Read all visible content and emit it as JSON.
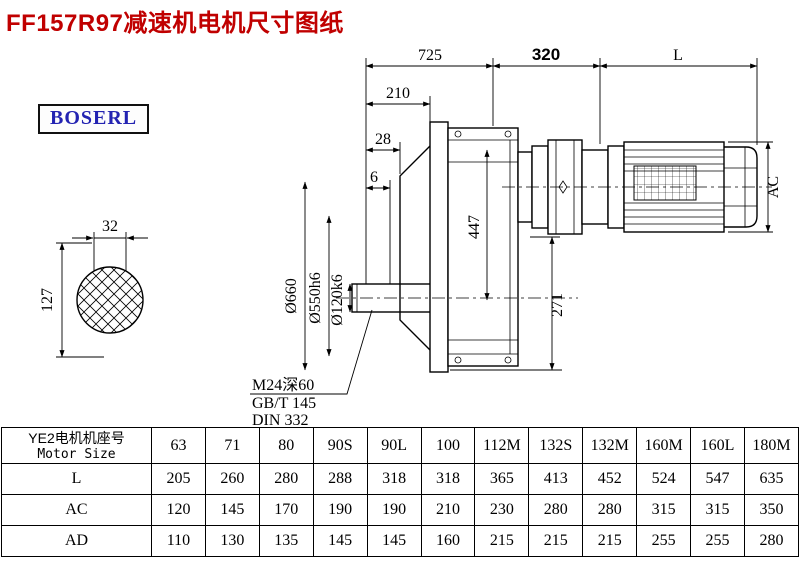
{
  "title": "FF157R97减速机电机尺寸图纸",
  "brand": {
    "logo_text": "BOSERL"
  },
  "colors": {
    "title": "#c00000",
    "logo_blue": "#2323b2",
    "line": "#000000"
  },
  "drawing": {
    "dim_725": "725",
    "dim_320": "320",
    "dim_L": "L",
    "dim_210": "210",
    "dim_28": "28",
    "dim_6": "6",
    "dim_32": "32",
    "dim_127": "127",
    "dia_660": "Ø660",
    "dia_550": "Ø550h6",
    "dia_120": "Ø120k6",
    "dim_447": "447",
    "dim_271": "271",
    "dim_AC": "AC",
    "note_thread": "M24深60",
    "note_gb": "GB/T 145",
    "note_din": "DIN 332"
  },
  "table": {
    "header_label_cn": "YE2电机机座号",
    "header_label_en": "Motor Size",
    "sizes": [
      "63",
      "71",
      "80",
      "90S",
      "90L",
      "100",
      "112M",
      "132S",
      "132M",
      "160M",
      "160L",
      "180M"
    ],
    "rows": [
      {
        "label": "L",
        "values": [
          "205",
          "260",
          "280",
          "288",
          "318",
          "318",
          "365",
          "413",
          "452",
          "524",
          "547",
          "635"
        ]
      },
      {
        "label": "AC",
        "values": [
          "120",
          "145",
          "170",
          "190",
          "190",
          "210",
          "230",
          "280",
          "280",
          "315",
          "315",
          "350"
        ]
      },
      {
        "label": "AD",
        "values": [
          "110",
          "130",
          "135",
          "145",
          "145",
          "160",
          "215",
          "215",
          "215",
          "255",
          "255",
          "280"
        ]
      }
    ]
  }
}
